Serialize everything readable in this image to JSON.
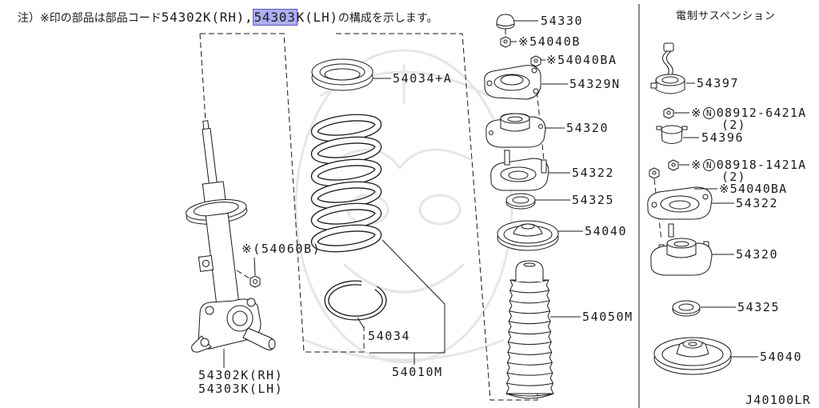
{
  "note": {
    "prefix": "注）※印の部品は部品コード",
    "code_rh": "54302K(RH),",
    "highlight": "54303",
    "code_lh_rest": "K(LH)",
    "suffix": "の構成を示します。"
  },
  "main_callouts": {
    "cap": "54330",
    "nut_b": "※54040B",
    "nut_ba": "※54040BA",
    "upper_seat": "54034+A",
    "mount_plate": "54329N",
    "mount": "54320",
    "mount_plate_studs": "54322",
    "washer": "54325",
    "bearing": "54040",
    "bolt": "※(54060B)",
    "boot": "54050M",
    "lower_seat": "54034",
    "spring_assy": "54010M",
    "strut_rh": "54302K(RH)",
    "strut_lh": "54303K(LH)"
  },
  "electronic_suspension": {
    "title": "電制サスペンション",
    "actuator": "54397",
    "bolt_1": {
      "prefix": "※",
      "n_mark": "N",
      "number": "08912-6421A",
      "qty": "(2)"
    },
    "cap": "54396",
    "bolt_2": {
      "prefix": "※",
      "n_mark": "N",
      "number": "08918-1421A",
      "qty": "(2)"
    },
    "nut": "※54040BA",
    "mount_plate": "54322",
    "mount": "54320",
    "washer": "54325",
    "bearing": "54040"
  },
  "figure_id": "J40100LR",
  "colors": {
    "line": "#1a1a1a",
    "background": "#ffffff",
    "highlight": "#aeaef2",
    "highlight_border": "#5a5ac4",
    "watermark": "#e6e6e6"
  }
}
